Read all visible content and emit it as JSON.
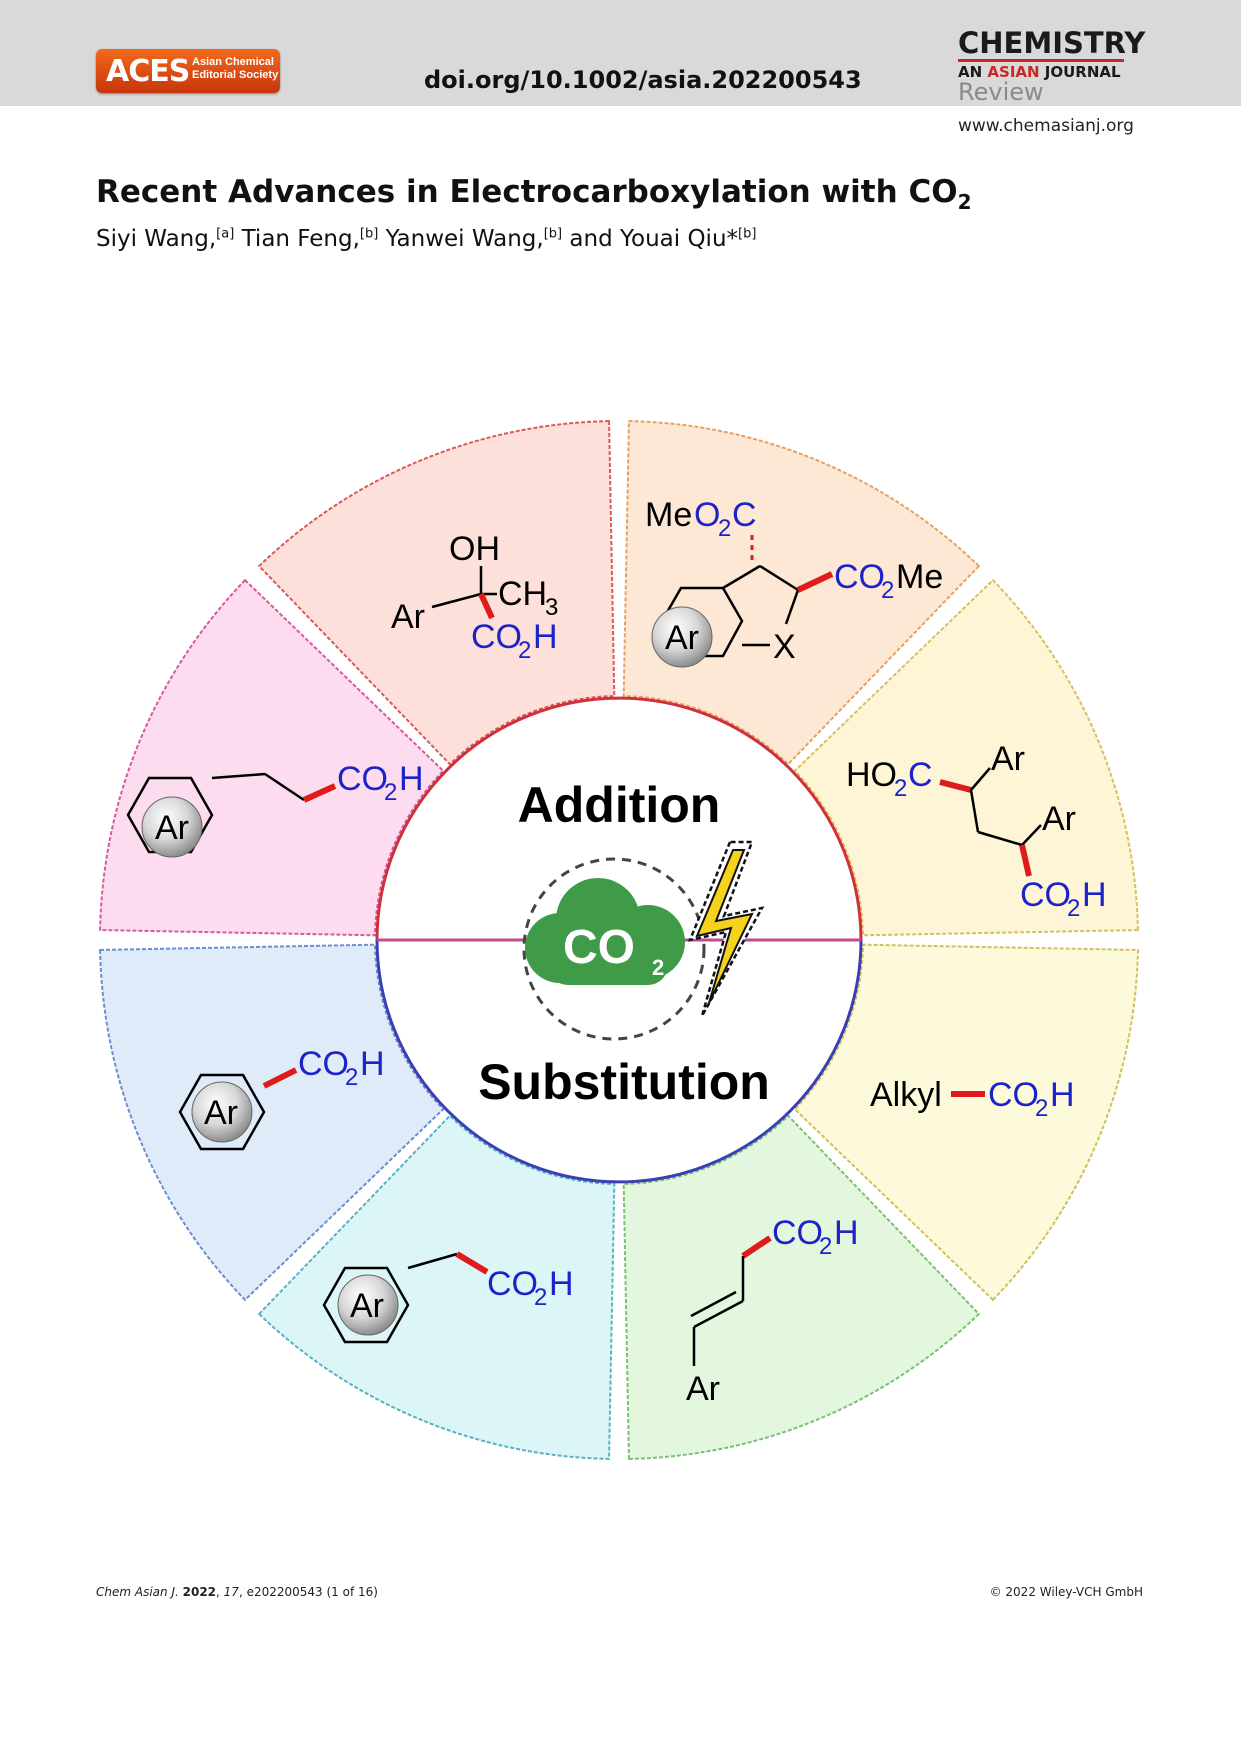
{
  "header": {
    "society_logo_word": "ACES",
    "society_logo_sub": [
      "Asian Chemical",
      "Editorial Society"
    ],
    "doi": "doi.org/10.1002/asia.202200543",
    "journal_brand_top": "CHEMISTRY",
    "journal_brand_an": "AN",
    "journal_brand_asian": "ASIAN",
    "journal_brand_journal": "JOURNAL",
    "article_type": "Review",
    "website": "www.chemasianj.org"
  },
  "article": {
    "title_main": "Recent Advances in Electrocarboxylation with CO",
    "title_sub": "2",
    "authors": [
      {
        "name": "Siyi Wang,",
        "aff": "[a]"
      },
      {
        "name": " Tian Feng,",
        "aff": "[b]"
      },
      {
        "name": " Yanwei Wang,",
        "aff": "[b]"
      },
      {
        "name": " and Youai Qiu*",
        "aff": "[b]"
      }
    ]
  },
  "figure": {
    "addition_label": "Addition",
    "substitution_label": "Substitution",
    "co2_main": "CO",
    "co2_sub": "2",
    "ar": "Ar",
    "oh": "OH",
    "ch": "CH",
    "three": "3",
    "co": "CO",
    "two": "2",
    "h": "H",
    "x": "X",
    "me": "Me",
    "o": "O",
    "c": "C",
    "ho": "HO",
    "alkyl": "Alkyl",
    "sector_colors": {
      "addition_top_left": "#fde0da",
      "addition_top_right": "#fde8d5",
      "addition_right": "#fdf5d5",
      "addition_left": "#fcdcee",
      "substitution_right": "#fdfadb",
      "substitution_bottom_right": "#e3f7df",
      "substitution_bottom_left": "#dcf6f7",
      "substitution_left": "#dfebf9"
    },
    "highlight_bond_color": "#e01b1b",
    "co2_text_color": "#1b23c9",
    "cloud_color": "#3f9b48",
    "bolt_color": "#f5d21c"
  },
  "footer": {
    "journal": "Chem Asian J.",
    "year": "2022",
    "volume": "17",
    "article_id": ", e202200543 (1 of 16)",
    "copyright": "© 2022 Wiley-VCH GmbH"
  }
}
